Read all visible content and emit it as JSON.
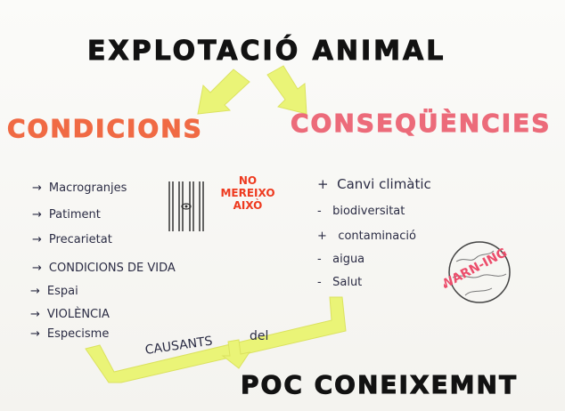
{
  "title": "EXPLOTACIÓ ANIMAL",
  "conditions": {
    "heading": "CONDICIONS",
    "items": [
      "Macrogranjes",
      "Patiment",
      "Precarietat",
      "CONDICIONS DE VIDA",
      "Espai",
      "VIOLÈNCIA",
      "Especisme"
    ]
  },
  "consequences": {
    "heading": "CONSEQÜÈNCIES",
    "items": [
      {
        "sign": "+",
        "text": "Canvi climàtic"
      },
      {
        "sign": "-",
        "text": "biodiversitat"
      },
      {
        "sign": "+",
        "text": "contaminació"
      },
      {
        "sign": "-",
        "text": "aigua"
      },
      {
        "sign": "-",
        "text": "Salut"
      }
    ]
  },
  "cage_note": "NO MEREIXO AIXÒ",
  "warning_stamp": "WARN-ING",
  "link_text": {
    "causants": "CAUSANTS",
    "del": "del"
  },
  "bottom": "POC CONEIXEMNT",
  "colors": {
    "conditions": "#f06a44",
    "consequences": "#ec6b7a",
    "highlighter": "#e9f46a",
    "note_red": "#ee3a1f"
  }
}
